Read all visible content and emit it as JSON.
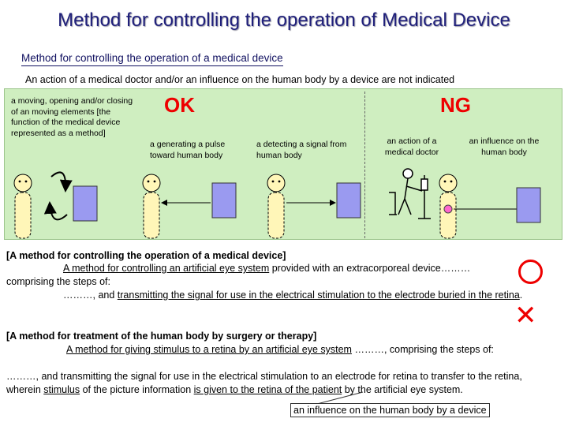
{
  "header": {
    "title": "Method for controlling the operation of Medical Device",
    "subtitle": "Method for controlling the operation of a medical device",
    "note": "An action of a medical doctor and/or an influence on the human body by a device are not indicated"
  },
  "panel": {
    "function_text": "a moving, opening and/or closing of an moving elements [the function of the medical device represented as a method]",
    "ok_label": "OK",
    "ng_label": "NG",
    "ok_items": [
      "a generating a pulse toward human body",
      "a detecting a signal from human body"
    ],
    "ng_items": [
      "an action of a medical doctor",
      "an influence on the human body"
    ]
  },
  "claim_ok": {
    "heading": "[A method for controlling the operation of a medical device]",
    "line1": "A method for controlling an artificial eye system",
    "line1_rest": " provided with an extracorporeal device………",
    "line2": "comprising the steps of:",
    "line3_a": "………, and ",
    "line3_u": "transmitting the signal for use in the electrical stimulation to the electrode buried in the retina",
    "line3_end": ".",
    "mark": "O"
  },
  "claim_ng": {
    "heading": "[A method for treatment of the human body by surgery or therapy]",
    "line1": "A method for giving stimulus to a retina by an artificial eye system",
    "line1_rest": " ………, comprising the steps of:",
    "line2": "………, and transmitting the signal for use in the electrical stimulation to an electrode for retina to transfer to the retina, wherein ",
    "u_stimulus": "stimulus",
    "mid1": " of the picture information ",
    "u_given": "is given to the retina of the patient",
    "tail": " by the artificial eye system.",
    "mark": "✕",
    "callout": "an influence on the human body by a device"
  },
  "colors": {
    "title": "#1f1f7a",
    "panel": "#cfeec0",
    "accent": "#ee0000",
    "device": "#9a9af0"
  }
}
